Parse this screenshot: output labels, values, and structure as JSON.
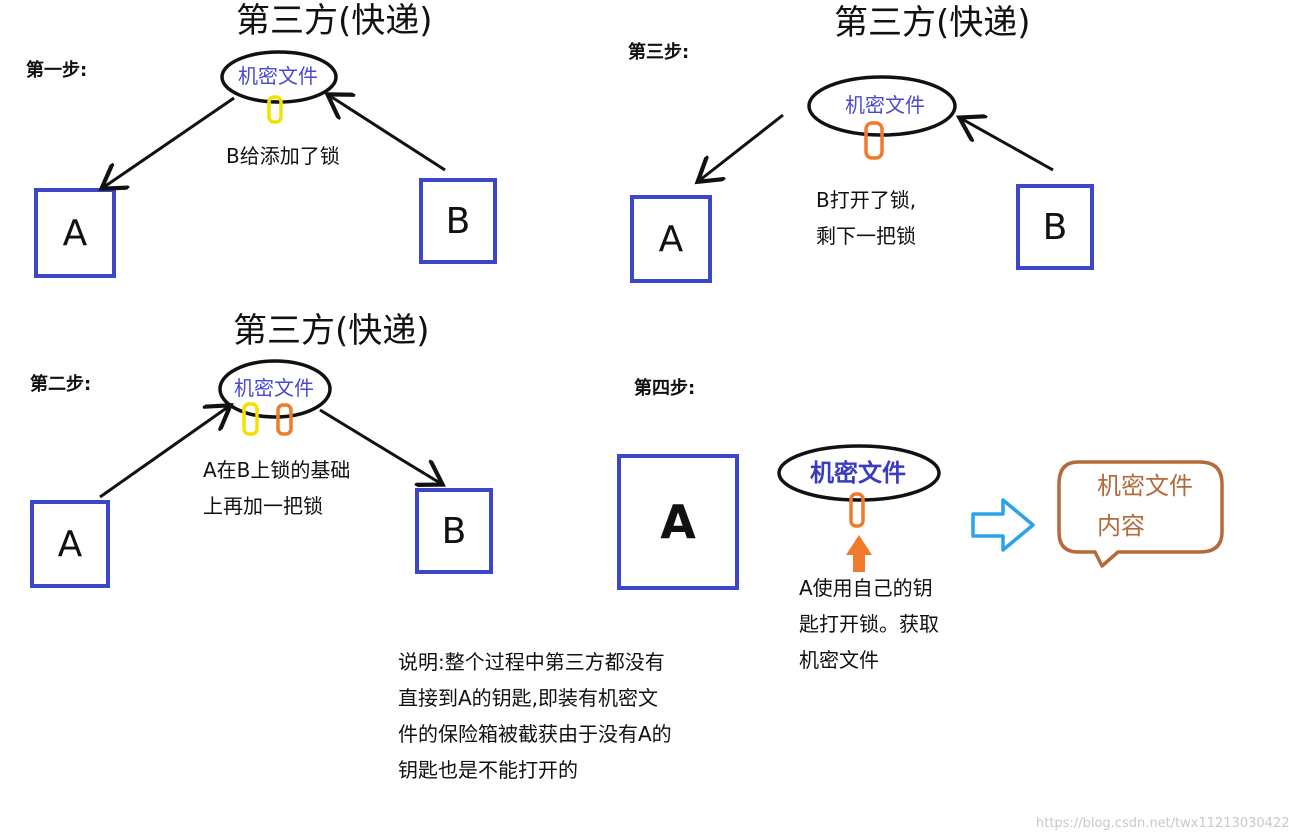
{
  "panels": {
    "step1": {
      "title": "第三方(快递)",
      "step_label": "第一步:",
      "document": "机密文件",
      "caption": "B给添加了锁",
      "node_a": "A",
      "node_b": "B"
    },
    "step2": {
      "title": "第三方(快递)",
      "step_label": "第二步:",
      "document": "机密文件",
      "caption_line1": "A在B上锁的基础",
      "caption_line2": "上再加一把锁",
      "node_a": "A",
      "node_b": "B"
    },
    "step3": {
      "title": "第三方(快递)",
      "step_label": "第三步:",
      "document": "机密文件",
      "caption_line1": "B打开了锁,",
      "caption_line2": "剩下一把锁",
      "node_a": "A",
      "node_b": "B"
    },
    "step4": {
      "step_label": "第四步:",
      "document": "机密文件",
      "node_a": "A",
      "caption_line1": "A使用自己的钥",
      "caption_line2": "匙打开锁。获取",
      "caption_line3": "机密文件",
      "result_line1": "机密文件",
      "result_line2": "内容"
    }
  },
  "explanation": {
    "line1": "说明:整个过程中第三方都没有",
    "line2": "直接到A的钥匙,即装有机密文",
    "line3": "件的保险箱被截获由于没有A的",
    "line4": "钥匙也是不能打开的"
  },
  "watermark": "https://blog.csdn.net/twx11213030422",
  "colors": {
    "box_border": "#3c46c8",
    "lock_b": "#f5e100",
    "lock_a": "#f07b2c",
    "arrow_up": "#f07b2c",
    "arrow_right": "#2aa3e8",
    "bubble": "#b56a3c"
  }
}
